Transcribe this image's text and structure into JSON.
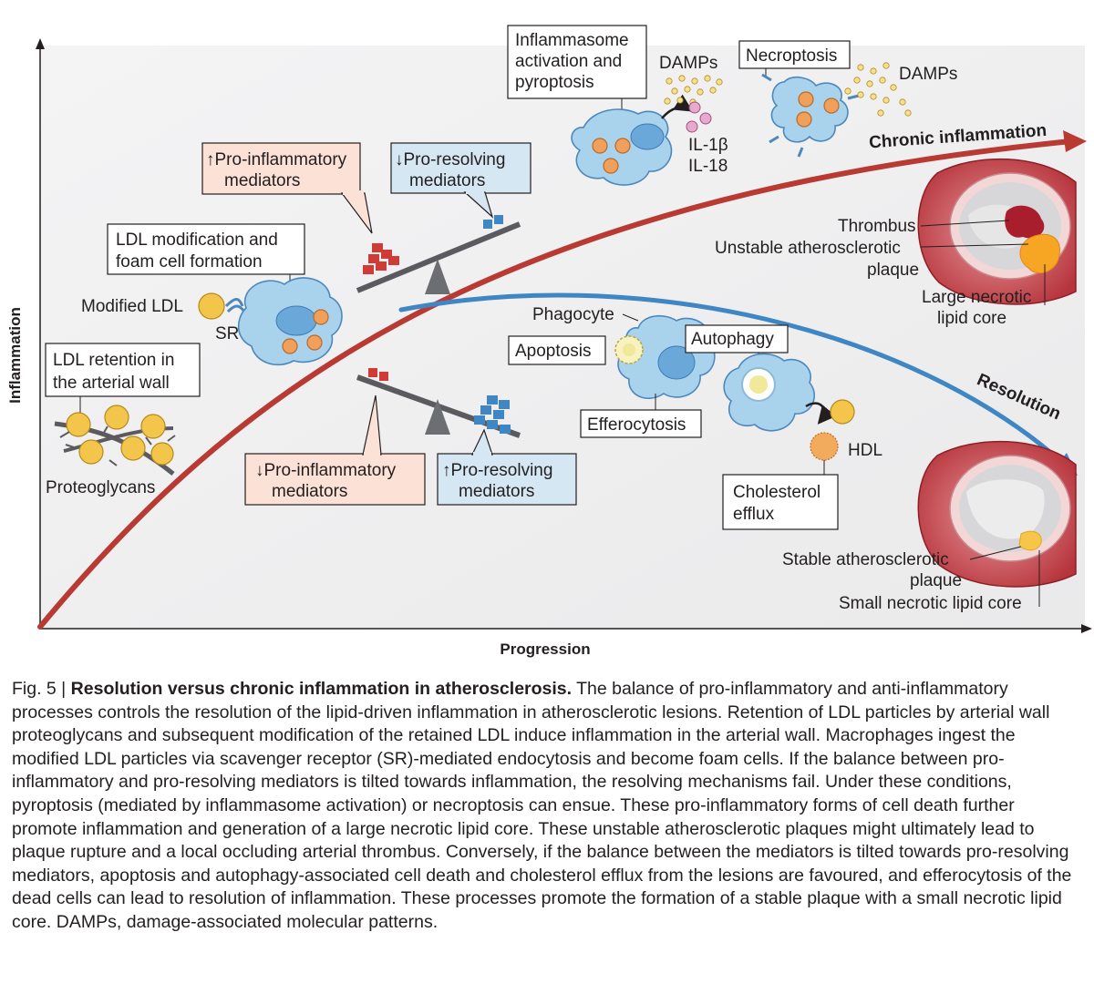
{
  "figure": {
    "axes": {
      "y_title": "Inflammation",
      "x_title": "Progression"
    },
    "curves": {
      "chronic": "Chronic inflammation",
      "resolution": "Resolution"
    },
    "labels": {
      "ldl_retention": [
        "LDL  retention in",
        "the arterial wall"
      ],
      "proteoglycans": "Proteoglycans",
      "ldl_modification": [
        "LDL modification and",
        "foam cell formation"
      ],
      "modified_ldl": "Modified LDL",
      "sr": "SR",
      "pro_inflammatory_up": [
        "↑Pro-inflammatory",
        "mediators"
      ],
      "pro_resolving_down": [
        "↓Pro-resolving",
        "mediators"
      ],
      "pro_inflammatory_down": [
        "↓Pro-inflammatory",
        "mediators"
      ],
      "pro_resolving_up": [
        "↑Pro-resolving",
        "mediators"
      ],
      "inflammasome": [
        "Inflammasome",
        "activation and",
        "pyroptosis"
      ],
      "damps_1": "DAMPs",
      "il1b": "IL-1β",
      "il18": "IL-18",
      "necroptosis": "Necroptosis",
      "damps_2": "DAMPs",
      "thrombus": "Thrombus",
      "unstable_plaque": [
        "Unstable atherosclerotic",
        "plaque"
      ],
      "large_core": [
        "Large necrotic",
        "lipid core"
      ],
      "phagocyte": "Phagocyte",
      "apoptosis": "Apoptosis",
      "efferocytosis": "Efferocytosis",
      "autophagy": "Autophagy",
      "hdl": "HDL",
      "cholesterol_efflux": [
        "Cholesterol",
        "efflux"
      ],
      "stable_plaque": [
        "Stable atherosclerotic",
        "plaque"
      ],
      "small_core": "Small necrotic lipid core"
    },
    "colors": {
      "chronic": "#b83a33",
      "resolution": "#3f86c4",
      "panel": "#f1f1f2",
      "pro_inflammatory_box": "#fbe1d6",
      "pro_resolving_box": "#d6e7f4",
      "pro_inflammatory_blocks": "#cf3b36",
      "pro_resolving_blocks": "#3f86c4"
    }
  },
  "caption": {
    "label": "Fig. 5 | ",
    "title": "Resolution versus chronic inflammation in atherosclerosis.",
    "body": " The balance of pro-inflammatory and anti-inflammatory processes controls the resolution of the lipid-driven inflammation in atherosclerotic lesions. Retention of LDL particles by arterial wall proteoglycans and subsequent modification of the retained LDL induce inflammation in the arterial wall. Macrophages ingest the modified LDL particles via scavenger receptor (SR)-mediated endocytosis and become foam cells. If the balance between pro-inflammatory and pro-resolving mediators is tilted towards inflammation, the resolving mechanisms fail. Under these conditions, pyroptosis (mediated by inflammasome activation) or necroptosis can ensue. These pro-inflammatory forms of cell death further promote inflammation and generation of a large necrotic lipid core. These unstable atherosclerotic plaques might ultimately lead to plaque rupture and a local occluding arterial thrombus. Conversely, if the balance between the mediators is tilted towards pro-resolving mediators, apoptosis and autophagy-associated cell death and cholesterol efflux from the lesions are favoured, and efferocytosis of the dead cells can lead to resolution of inflammation. These processes promote the formation of a stable plaque with a small necrotic lipid core. DAMPs, damage-associated molecular patterns."
  }
}
